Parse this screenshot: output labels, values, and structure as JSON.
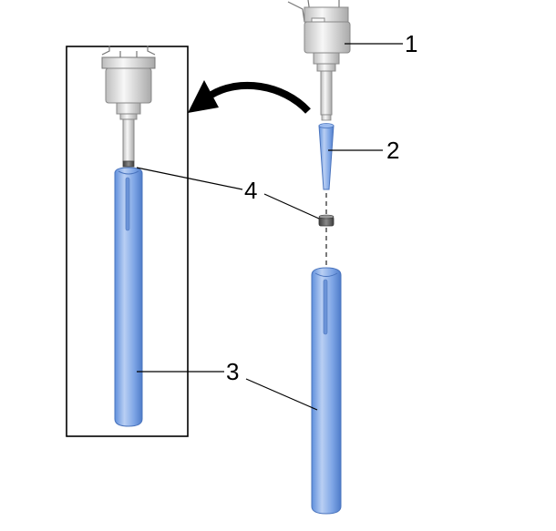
{
  "diagram": {
    "callouts": [
      {
        "id": "1",
        "label": "1"
      },
      {
        "id": "2",
        "label": "2"
      },
      {
        "id": "3",
        "label": "3"
      },
      {
        "id": "4",
        "label": "4"
      }
    ],
    "colors": {
      "tube_light": "#b9cff3",
      "tube_mid": "#7fa6e6",
      "tube_dark": "#4f7cc9",
      "holder_light": "#f4f4f4",
      "holder_dark": "#b8b8b8",
      "seal": "#555555",
      "frame": "#000000",
      "arrow": "#000000"
    }
  }
}
